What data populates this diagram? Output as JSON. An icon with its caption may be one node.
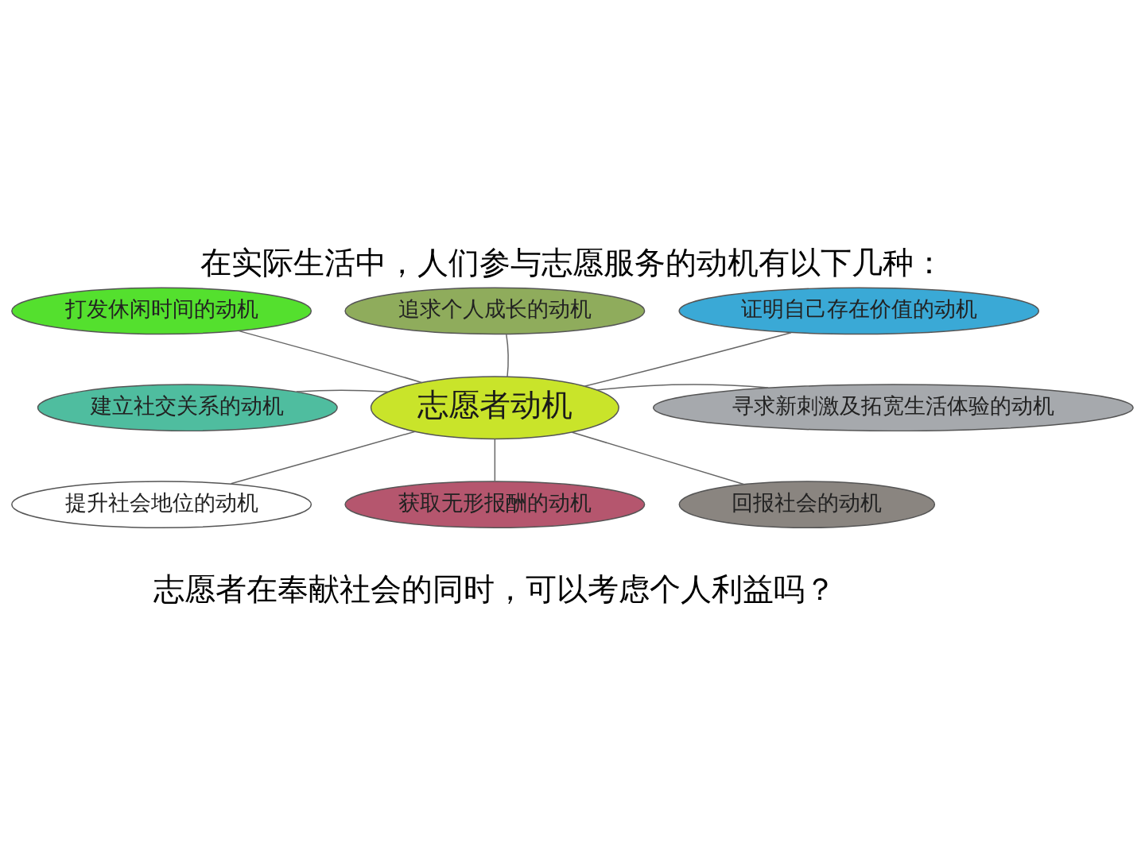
{
  "diagram": {
    "title": "在实际生活中，人们参与志愿服务的动机有以下几种：",
    "caption": "志愿者在奉献社会的同时，可以考虑个人利益吗？",
    "nodes": [
      {
        "text": [
          "志愿者动机"
        ]
      },
      {
        "text": [
          "追求个人成长的动机"
        ]
      },
      {
        "text": [
          "打发休闲时间的动机"
        ]
      },
      {
        "text": [
          "证明自己存在价值的动机"
        ]
      },
      {
        "text": [
          "建立社交关系的动机"
        ]
      },
      {
        "text": [
          "寻求新刺激及拓宽生活体验的动机"
        ]
      },
      {
        "text": [
          "提升社会地位的动机"
        ]
      },
      {
        "text": [
          "回报社会的动机"
        ]
      },
      {
        "text": [
          "获取无形报酬的动机"
        ]
      }
    ],
    "edges": [
      {
        "from": 0,
        "to": 1,
        "arrow": "none"
      },
      {
        "from": 0,
        "to": 2,
        "arrow": "none"
      },
      {
        "from": 0,
        "to": 3,
        "arrow": "none"
      },
      {
        "from": 0,
        "to": 4,
        "arrow": "none"
      },
      {
        "from": 0,
        "to": 5,
        "arrow": "none"
      },
      {
        "from": 0,
        "to": 6,
        "arrow": "none"
      },
      {
        "from": 0,
        "to": 7,
        "arrow": "none"
      },
      {
        "from": 0,
        "to": 8,
        "arrow": "none"
      }
    ]
  }
}
